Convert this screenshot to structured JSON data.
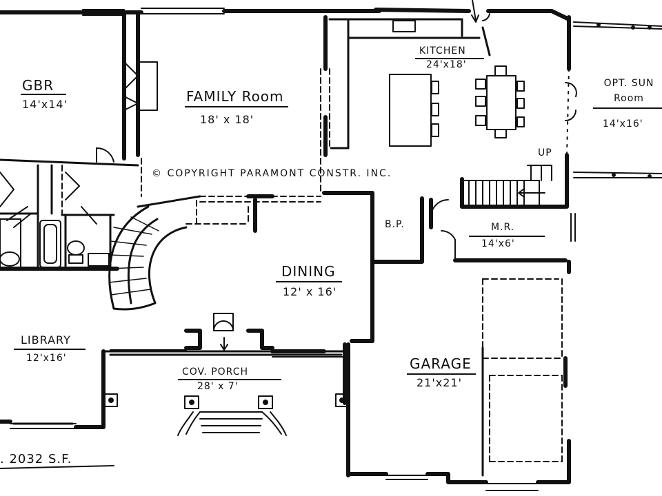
{
  "floor_plan": {
    "rooms": [
      {
        "id": "gbr",
        "name": "GBR",
        "dims": "14'x14'"
      },
      {
        "id": "family",
        "name": "FAMILY Room",
        "dims": "18' x 18'"
      },
      {
        "id": "kitchen",
        "name": "KITCHEN",
        "dims": "24'x18'"
      },
      {
        "id": "sunroom",
        "name": "OPT. SUN Room",
        "dims": "14'x16'"
      },
      {
        "id": "bp",
        "name": "B.P."
      },
      {
        "id": "mr",
        "name": "M.R.",
        "dims": "14'x6'"
      },
      {
        "id": "dining",
        "name": "DINING",
        "dims": "12' x 16'"
      },
      {
        "id": "library",
        "name": "LIBRARY",
        "dims": "12'x16'"
      },
      {
        "id": "porch",
        "name": "COV. PORCH",
        "dims": "28' x 7'"
      },
      {
        "id": "garage",
        "name": "GARAGE",
        "dims": "21'x21'"
      }
    ],
    "copyright": "© COPYRIGHT PARAMONT CONSTR. INC.",
    "stair_label": "UP",
    "area": ". 2032 S.F."
  }
}
